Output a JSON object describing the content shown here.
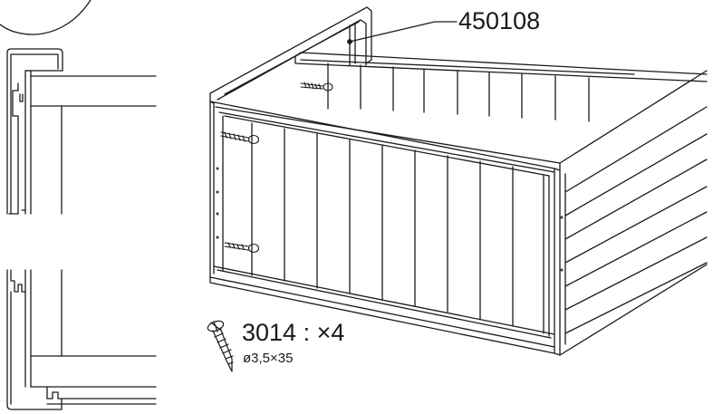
{
  "part_number": "450108",
  "screw": {
    "code_quantity": "3014 : ×4",
    "size": "ø3,5×35"
  },
  "icons": [
    "callout-circle",
    "screw-icon"
  ],
  "colors": {
    "line": "#1a1a1a",
    "background": "#ffffff"
  }
}
